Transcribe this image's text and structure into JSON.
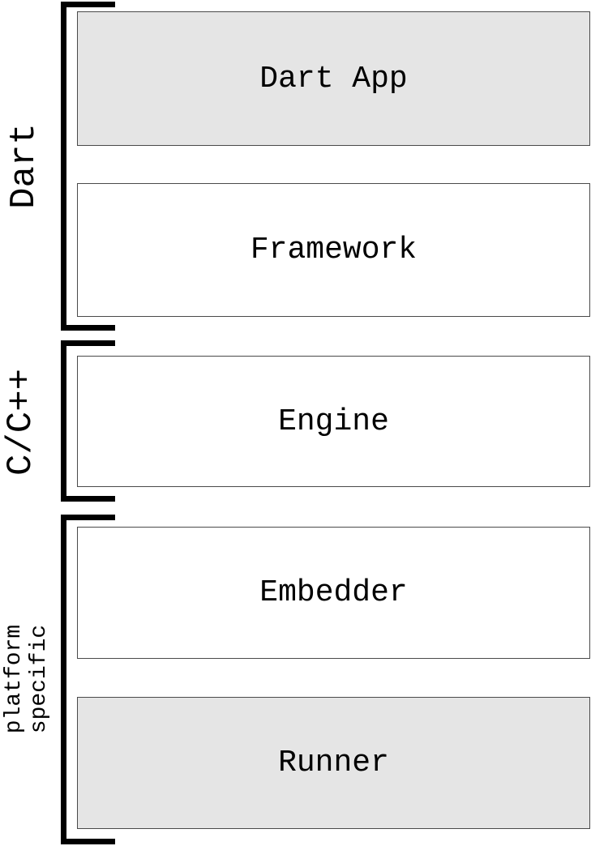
{
  "colors": {
    "background": "#ffffff",
    "text": "#000000",
    "bracket": "#000000",
    "box_border": "#4a4a4a",
    "shaded_box": "#e5e5e5"
  },
  "diagram": {
    "groups": [
      {
        "label": "Dart",
        "boxes": [
          {
            "label": "Dart App",
            "shaded": true
          },
          {
            "label": "Framework",
            "shaded": false
          }
        ]
      },
      {
        "label": "C/C++",
        "boxes": [
          {
            "label": "Engine",
            "shaded": false
          }
        ]
      },
      {
        "label": "platform\nspecific",
        "boxes": [
          {
            "label": "Embedder",
            "shaded": false
          },
          {
            "label": "Runner",
            "shaded": true
          }
        ]
      }
    ]
  }
}
